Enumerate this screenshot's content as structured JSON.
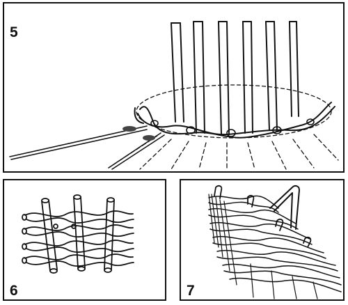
{
  "figures": [
    {
      "number": "5"
    },
    {
      "number": "6"
    },
    {
      "number": "7"
    }
  ],
  "colors": {
    "ink": "#111111",
    "paper": "#ffffff"
  }
}
